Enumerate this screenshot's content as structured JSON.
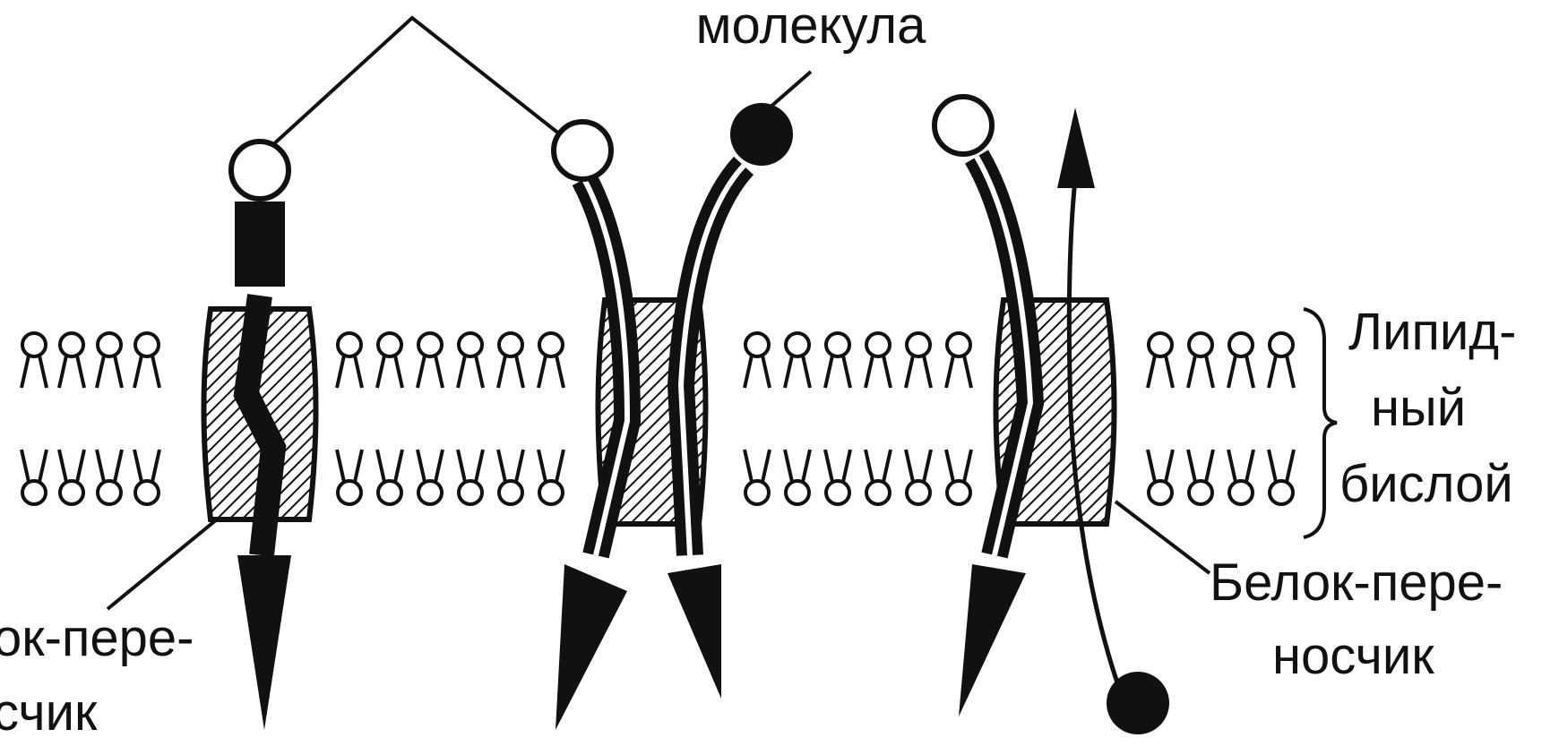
{
  "labels": {
    "molecule": "молекула",
    "lipid_bilayer": [
      "Липид-",
      "ный",
      "бислой"
    ],
    "carrier_left": [
      "ок-пере-",
      "счик"
    ],
    "carrier_right": [
      "Белок-пере-",
      "носчик"
    ]
  },
  "colors": {
    "ink": "#111111",
    "background": "#ffffff",
    "hatch": "#111111"
  }
}
